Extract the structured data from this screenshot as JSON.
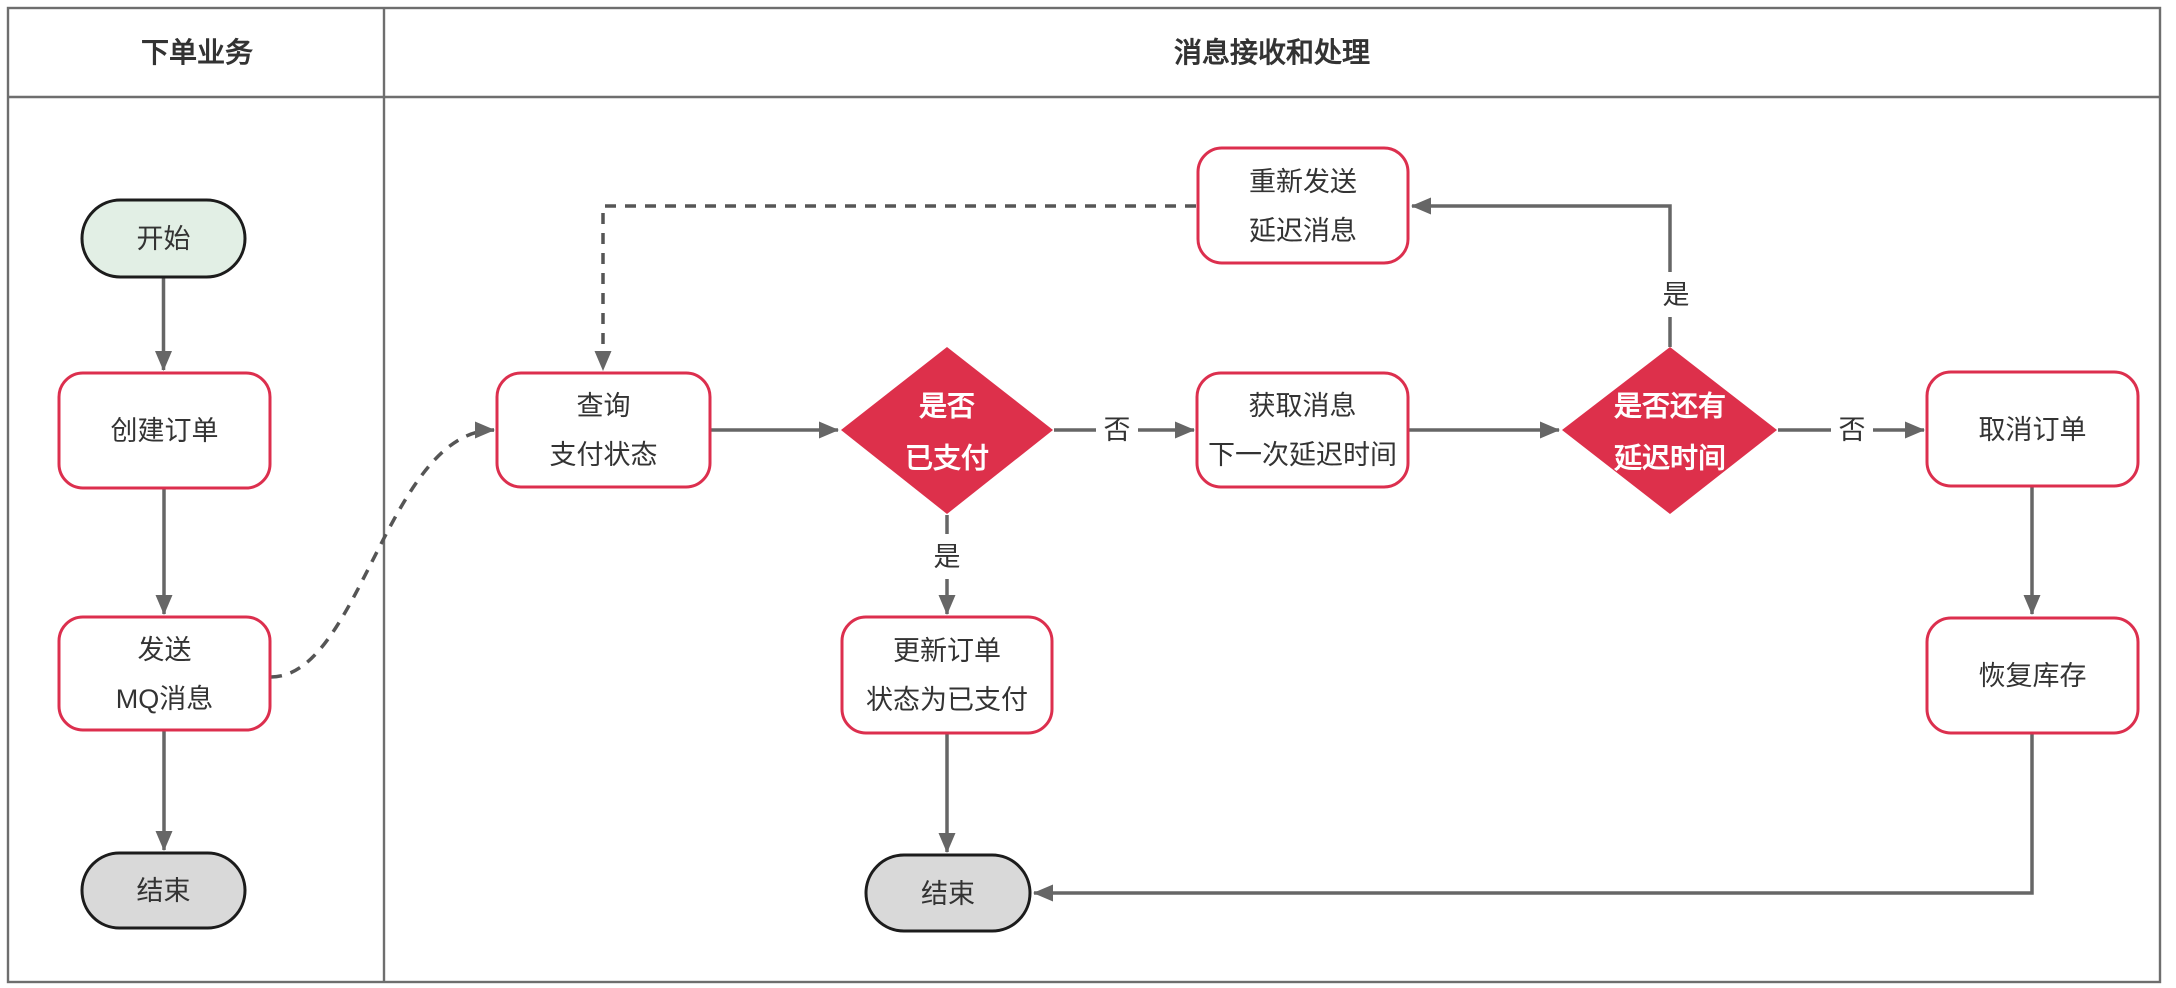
{
  "diagram": {
    "lanes": [
      {
        "title": "下单业务"
      },
      {
        "title": "消息接收和处理"
      }
    ],
    "nodes": {
      "start": {
        "label": "开始",
        "type": "terminal-start"
      },
      "create_order": {
        "label": "创建订单",
        "type": "process"
      },
      "send_mq": {
        "line1": "发送",
        "line2": "MQ消息",
        "type": "process"
      },
      "end_left": {
        "label": "结束",
        "type": "terminal-end"
      },
      "query_status": {
        "line1": "查询",
        "line2": "支付状态",
        "type": "process"
      },
      "is_paid": {
        "line1": "是否",
        "line2": "已支付",
        "type": "decision"
      },
      "update_order": {
        "line1": "更新订单",
        "line2": "状态为已支付",
        "type": "process"
      },
      "end_middle": {
        "label": "结束",
        "type": "terminal-end"
      },
      "get_message": {
        "line1": "获取消息",
        "line2": "下一次延迟时间",
        "type": "process"
      },
      "has_delay": {
        "line1": "是否还有",
        "line2": "延迟时间",
        "type": "decision"
      },
      "resend_delay": {
        "line1": "重新发送",
        "line2": "延迟消息",
        "type": "process"
      },
      "cancel_order": {
        "label": "取消订单",
        "type": "process"
      },
      "restore_stock": {
        "label": "恢复库存",
        "type": "process"
      }
    },
    "edge_labels": {
      "is_paid_yes": "是",
      "is_paid_no": "否",
      "has_delay_yes": "是",
      "has_delay_no": "否"
    },
    "colors": {
      "accent_red": "#dc2f4e",
      "diamond_fill": "#dd304b",
      "start_fill": "#e2efe5",
      "end_fill": "#d9d9d9",
      "line_gray": "#666666",
      "border_gray": "#6e6e6e",
      "text": "#333333"
    }
  }
}
